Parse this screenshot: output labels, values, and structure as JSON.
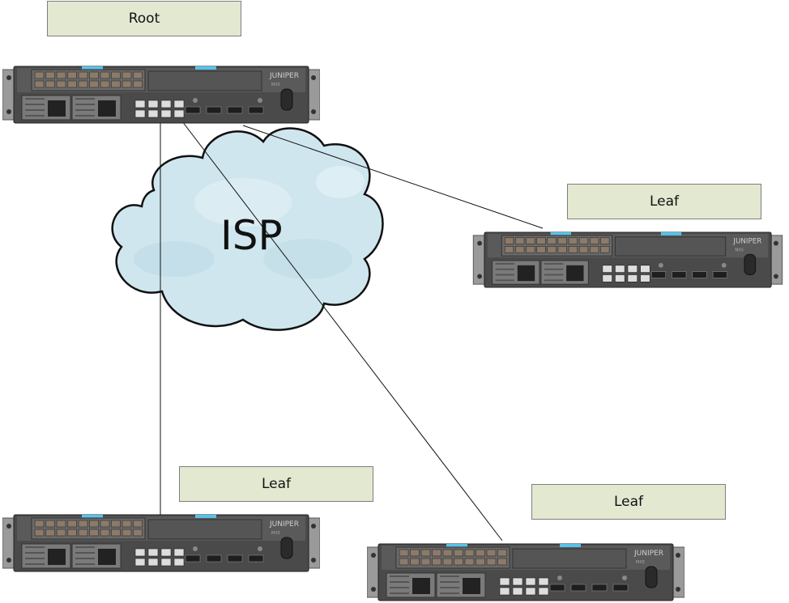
{
  "cloud": {
    "label": "ISP",
    "fill": "#cfe6ee",
    "stroke": "#111111"
  },
  "nodes": [
    {
      "id": "root",
      "label": "Root",
      "brand": "JUNIPER",
      "model": "MX5"
    },
    {
      "id": "leaf1",
      "label": "Leaf",
      "brand": "JUNIPER",
      "model": "MX5"
    },
    {
      "id": "leaf2",
      "label": "Leaf",
      "brand": "JUNIPER",
      "model": "MX5"
    },
    {
      "id": "leaf3",
      "label": "Leaf",
      "brand": "JUNIPER",
      "model": "MX5"
    }
  ],
  "links": [
    {
      "from": "root",
      "to": "leaf1"
    },
    {
      "from": "root",
      "to": "leaf2"
    },
    {
      "from": "root",
      "to": "leaf3"
    }
  ],
  "colors": {
    "label_bg": "#e3e8d1",
    "chassis": "#4a4a4a",
    "port_accent": "#58c3e8"
  }
}
